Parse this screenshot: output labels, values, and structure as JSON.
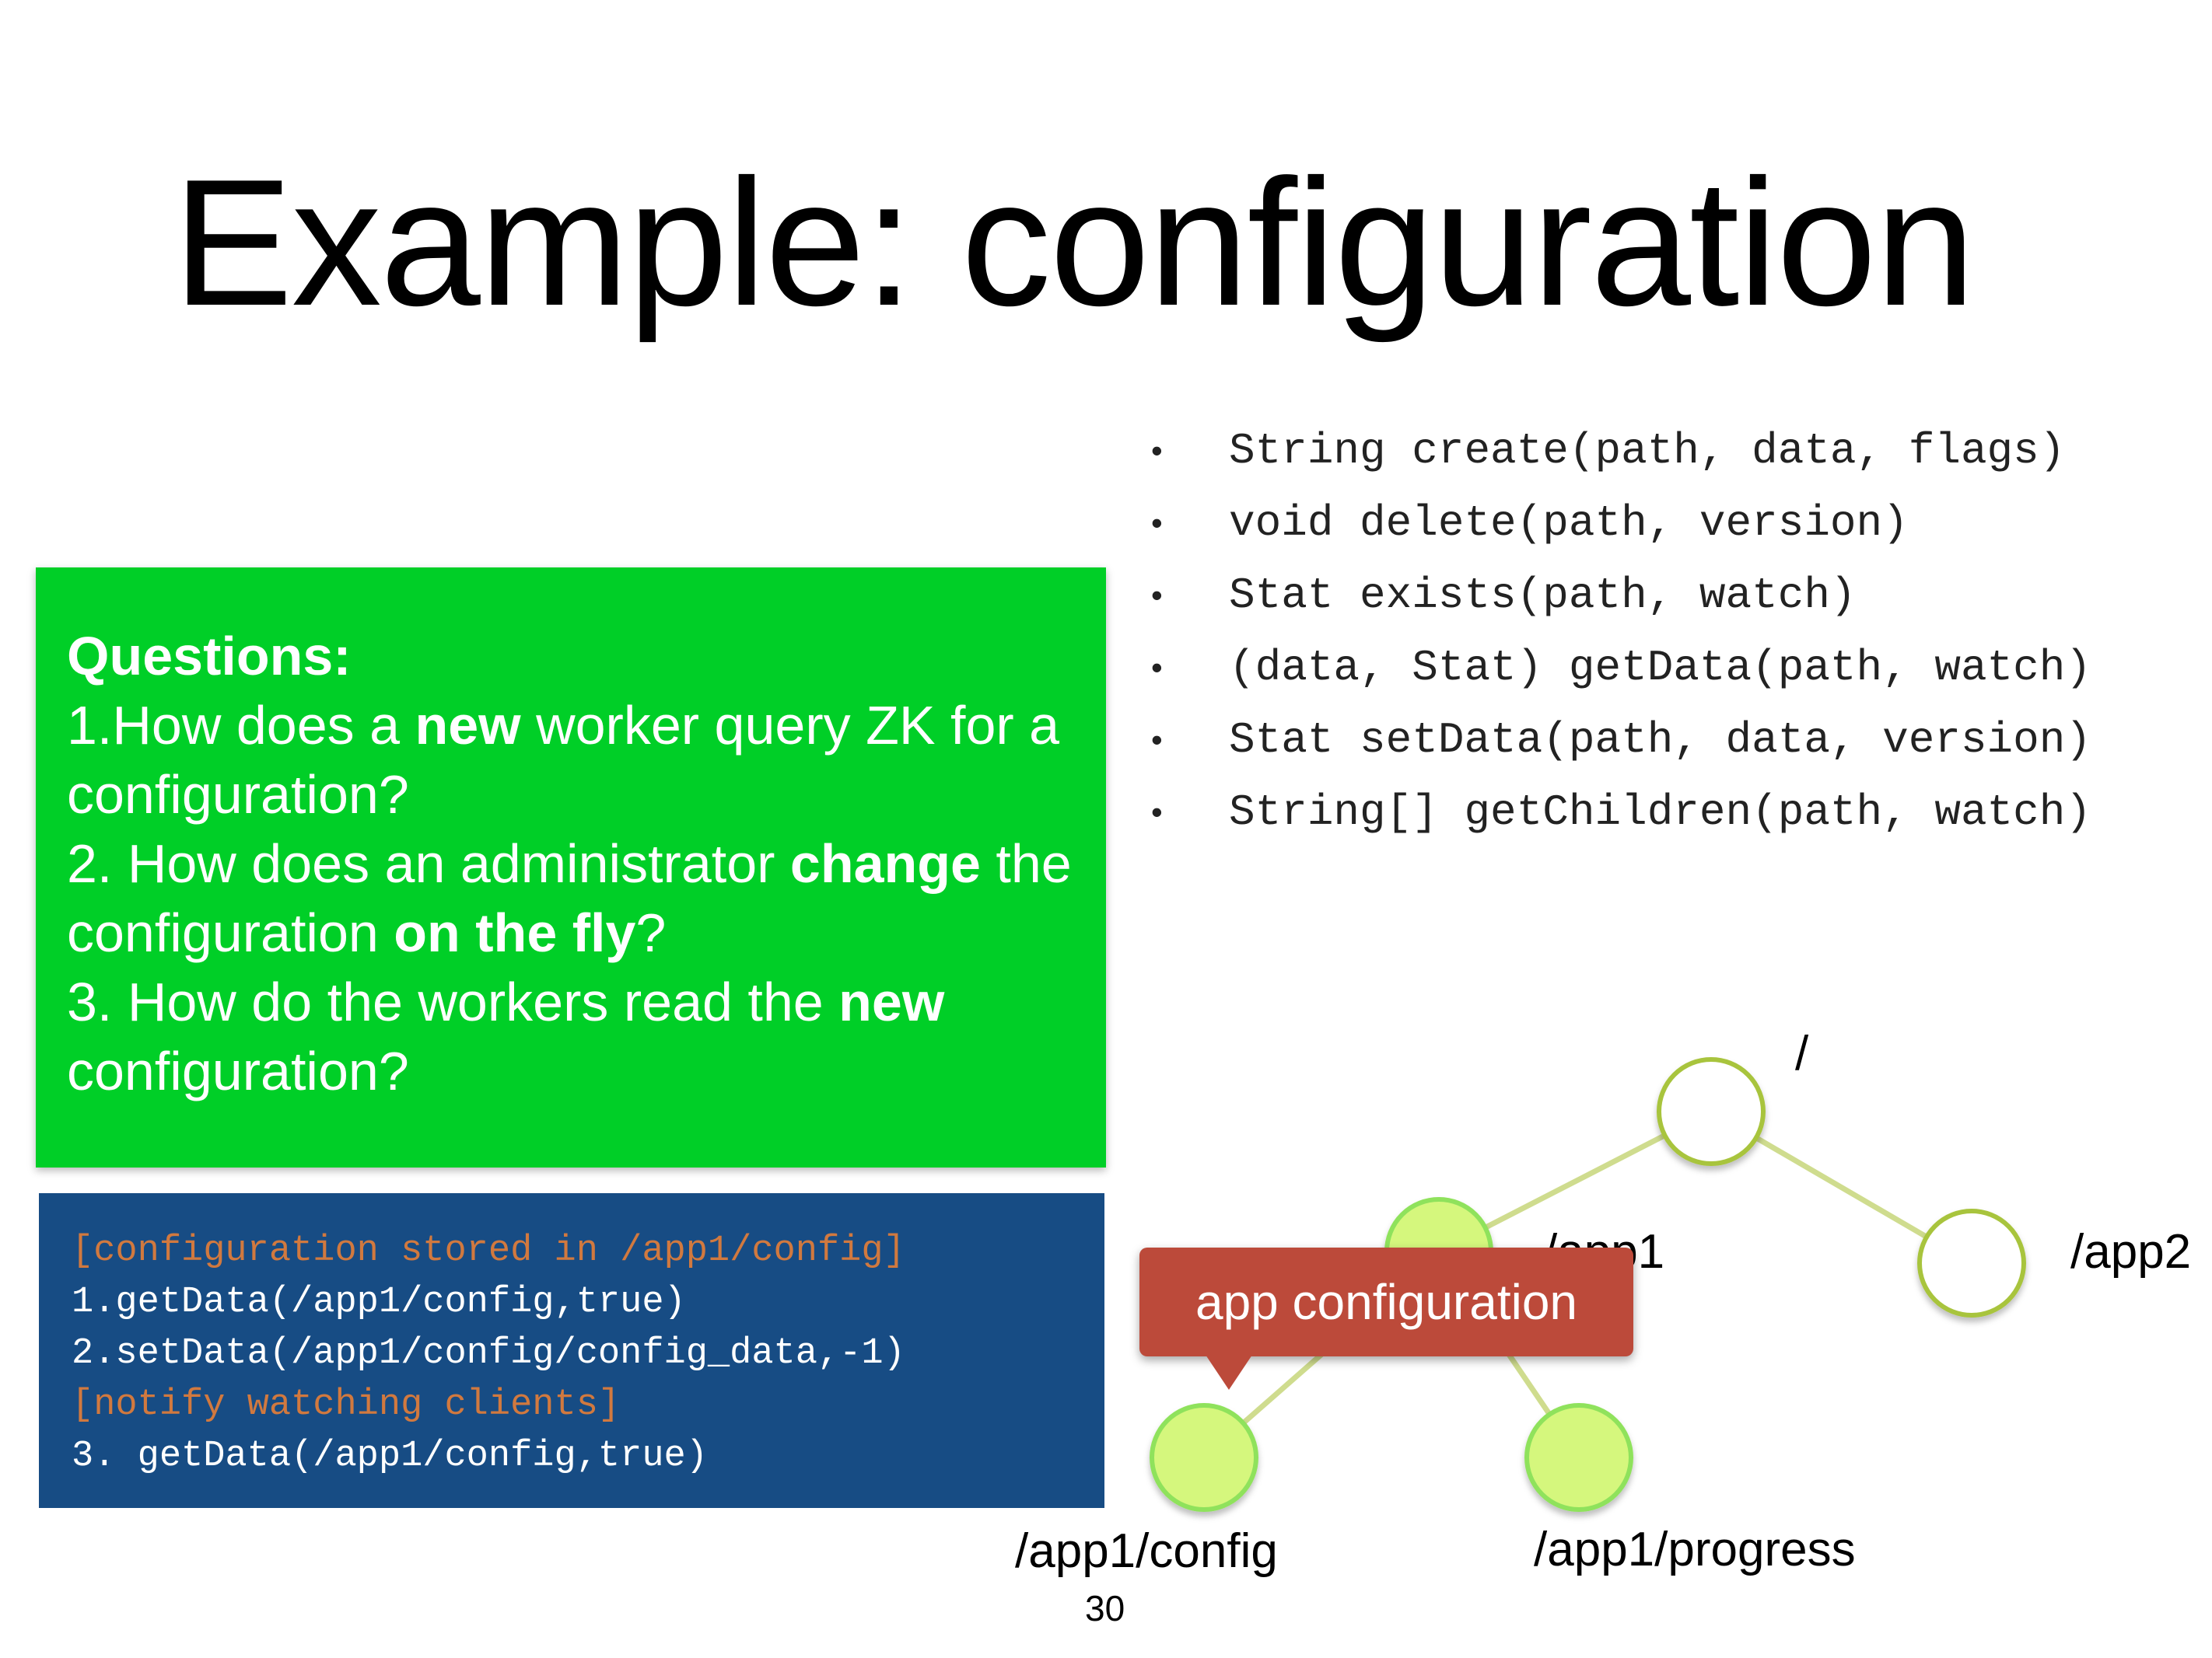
{
  "slide": {
    "title": "Example: configuration",
    "page_number": "30"
  },
  "api": {
    "bullet": "•",
    "items": [
      "String create(path, data, flags)",
      "void delete(path, version)",
      "Stat exists(path, watch)",
      "(data, Stat) getData(path, watch)",
      "Stat setData(path, data, version)",
      "String[] getChildren(path, watch)"
    ]
  },
  "questions": {
    "heading": "Questions:",
    "q1_pre": "1.How does a ",
    "q1_bold": "new",
    "q1_post": " worker query ZK for a configuration?",
    "q2_pre": "2. How does an administrator ",
    "q2_bold1": "change",
    "q2_mid": " the configuration ",
    "q2_bold2": "on the fly",
    "q2_post": "?",
    "q3_pre": "3. How do the workers read the ",
    "q3_bold": "new",
    "q3_post": " configuration?"
  },
  "code": {
    "line1": "[configuration stored in /app1/config]",
    "line2": "1.getData(/app1/config,true)",
    "line3": "2.setData(/app1/config/config_data,-1)",
    "line4": "[notify watching clients]",
    "line5": "3. getData(/app1/config,true)"
  },
  "tree": {
    "root_label": "/",
    "app1_label": "/app1",
    "app2_label": "/app2",
    "config_label": "/app1/config",
    "progress_label": "/app1/progress"
  },
  "callout": {
    "text": "app configuration"
  },
  "colors": {
    "question_box": "#00cf27",
    "code_box": "#174c84",
    "code_comment": "#d1793f",
    "callout": "#bc4a3a",
    "node_fill_active": "#d5f77d",
    "node_stroke": "#a8c43c",
    "edge": "#cfdc8e"
  }
}
